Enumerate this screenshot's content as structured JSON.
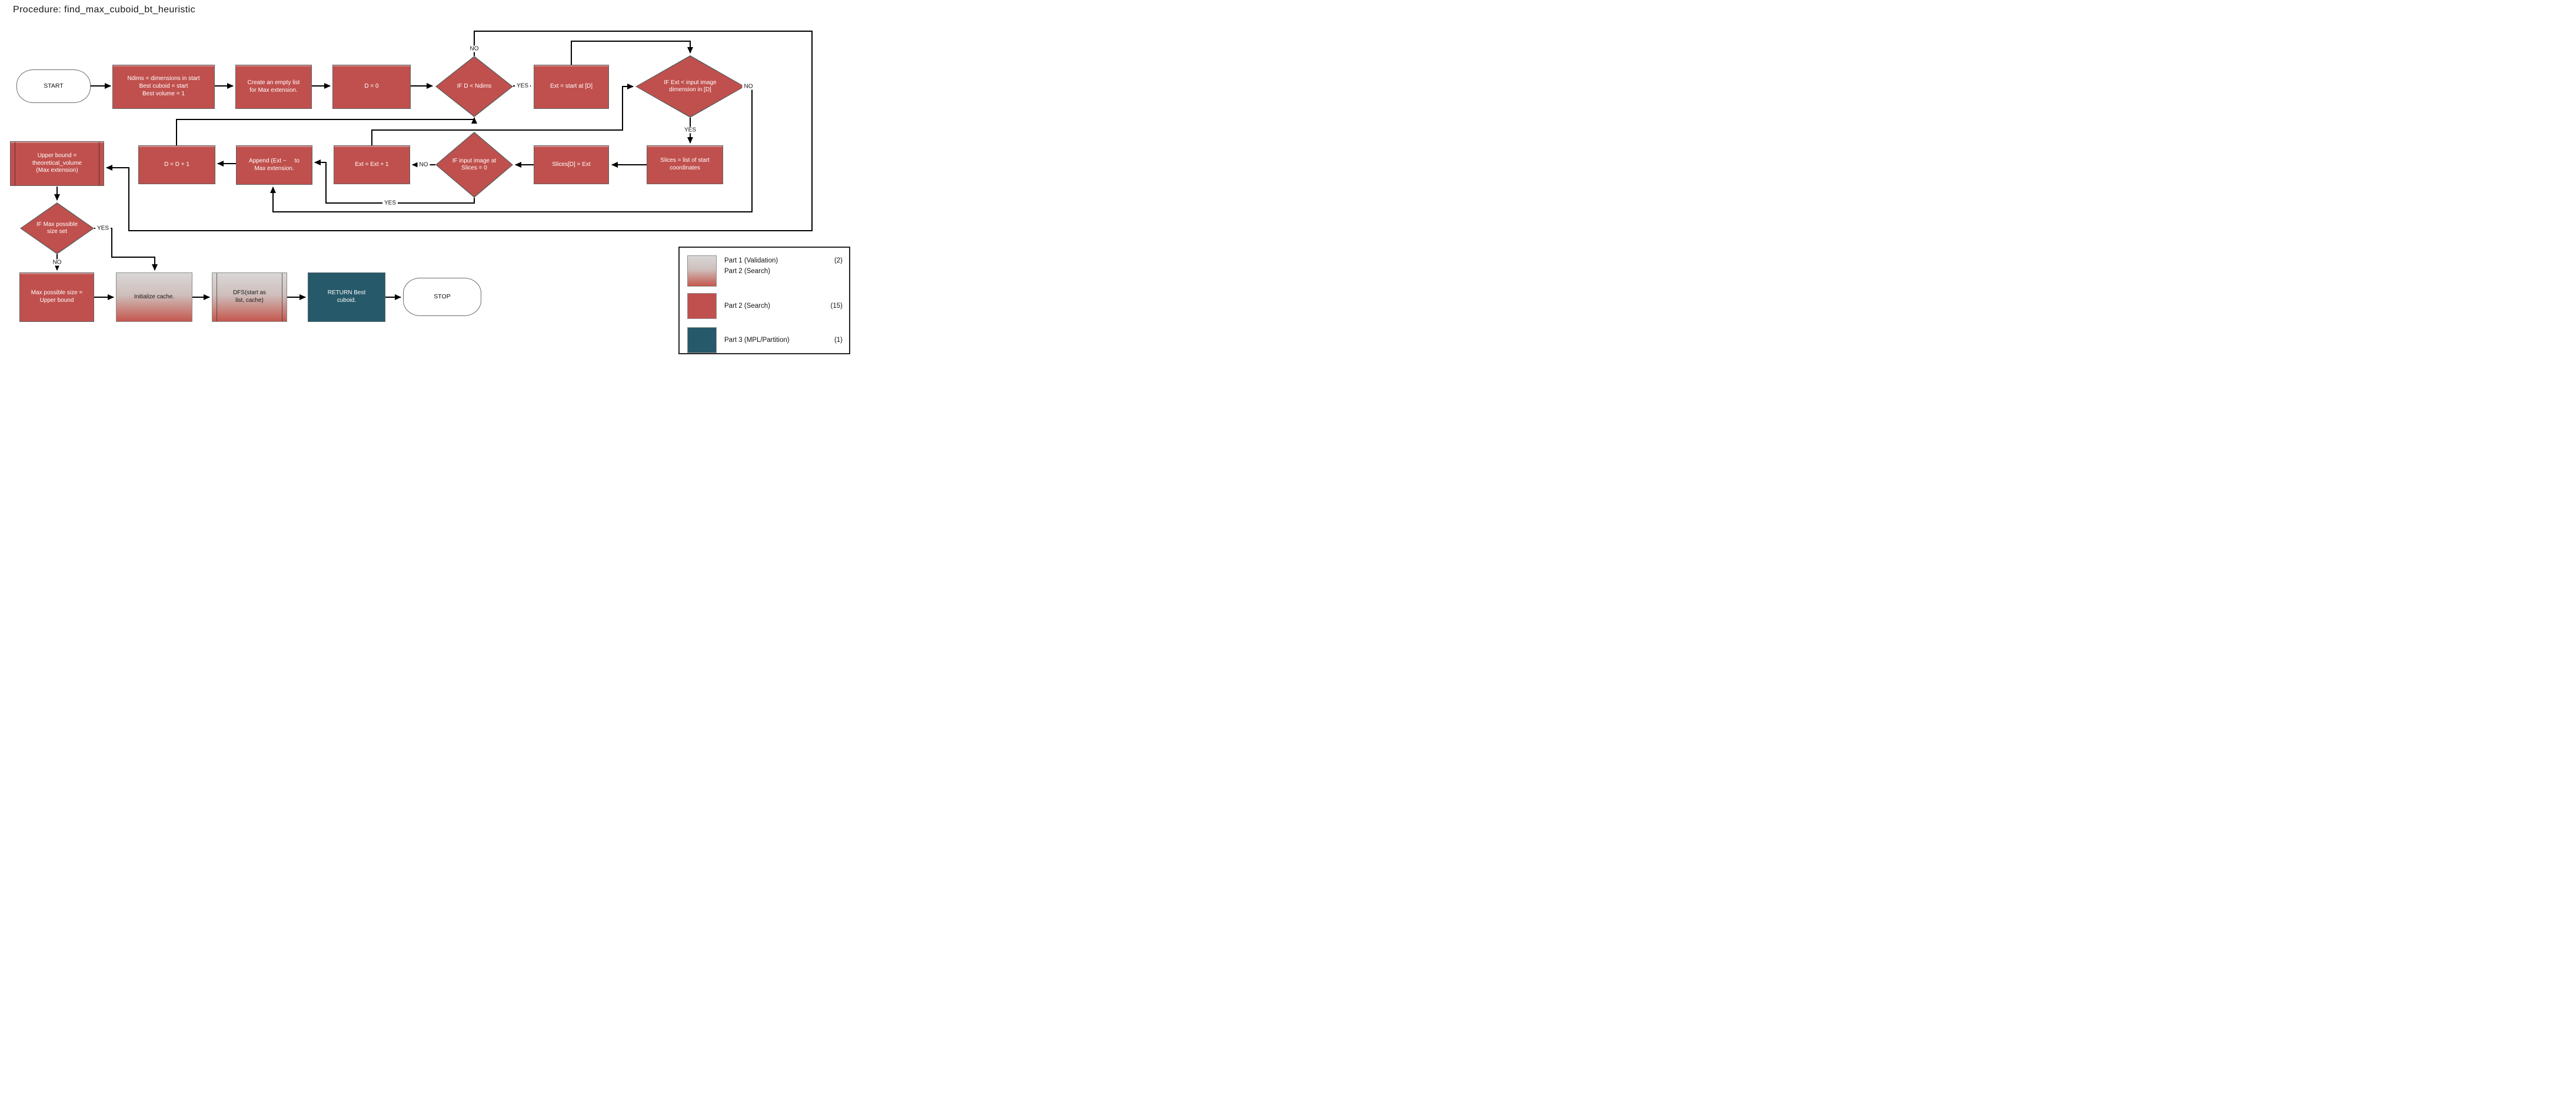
{
  "title": "Procedure: find_max_cuboid_bt_heuristic",
  "colors": {
    "node_red": "#c0504d",
    "node_teal": "#26596a",
    "gradient_top": "#d9d7d7",
    "gradient_bottom": "#c4584e",
    "connector": "#000000",
    "border_gray": "#5f5f5f"
  },
  "nodes": {
    "start": {
      "label": "START"
    },
    "init": {
      "label": "Ndims = dimensions in start\nBest cuboid = start\nBest volume = 1"
    },
    "create_list": {
      "label": "Create an empty list\nfor Max extension."
    },
    "d_zero": {
      "label": "D = 0"
    },
    "if_d_ndims": {
      "label": "IF D < Ndims"
    },
    "ext_start": {
      "label": "Ext = start at [D]"
    },
    "if_ext_dim": {
      "label": "IF Ext < input image\ndimension in [D]"
    },
    "upper_bound": {
      "label": "Upper bound =\ntheoretical_volume\n(Max extension)"
    },
    "d_plus_one": {
      "label": "D = D + 1"
    },
    "append_ext": {
      "label": "Append (Ext −     to\nMax extension."
    },
    "ext_plus_one": {
      "label": "Ext = Ext + 1"
    },
    "if_input_zero": {
      "label": "IF input image at\nSlices = 0"
    },
    "slices_d": {
      "label": "Slices[D] = Ext"
    },
    "slices_list": {
      "label": "Slices = list of start\ncoordinates"
    },
    "if_max_set": {
      "label": "IF Max possible\nsize set"
    },
    "max_size": {
      "label": "Max possible size =\nUpper bound"
    },
    "init_cache": {
      "label": "Initialize cache."
    },
    "dfs": {
      "label": "DFS(start as\nlist, cache)"
    },
    "return_best": {
      "label": "RETURN Best\ncuboid."
    },
    "stop": {
      "label": "STOP"
    }
  },
  "edge_labels": {
    "d_ndims_yes": "YES",
    "d_ndims_no": "NO",
    "ext_dim_yes": "YES",
    "ext_dim_no": "NO",
    "input_zero_yes": "YES",
    "input_zero_no": "NO",
    "max_set_yes": "YES",
    "max_set_no": "NO"
  },
  "legend": {
    "items": [
      {
        "swatch": "gradient",
        "line1": "Part 1 (Validation)",
        "line2": "Part 2 (Search)",
        "count": "(2)"
      },
      {
        "swatch": "solid-red",
        "line1": "Part 2 (Search)",
        "line2": "",
        "count": "(15)"
      },
      {
        "swatch": "solid-teal",
        "line1": "Part 3 (MPL/Partition)",
        "line2": "",
        "count": "(1)"
      }
    ]
  }
}
